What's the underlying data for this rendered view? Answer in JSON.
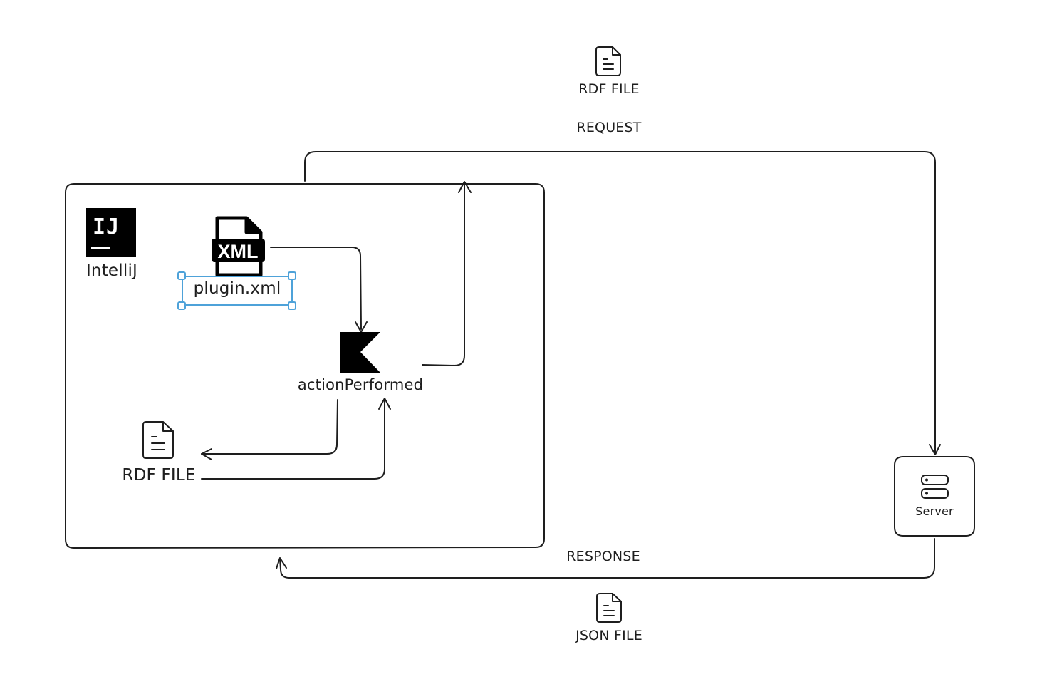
{
  "labels": {
    "rdf_file_top": "RDF FILE",
    "request": "REQUEST",
    "intellij": "IntelliJ",
    "ij_logo_text": "IJ",
    "xml_badge": "XML",
    "plugin_xml": "plugin.xml",
    "action_performed": "actionPerformed",
    "rdf_file_inner": "RDF FILE",
    "server": "Server",
    "response": "RESPONSE",
    "json_file": "JSON FILE"
  },
  "icons": {
    "document_top": "document-icon",
    "intellij_logo": "intellij-logo-icon",
    "xml_file": "xml-file-icon",
    "kotlin_logo": "kotlin-logo-icon",
    "document_inner": "document-icon",
    "server_stack": "server-icon",
    "document_bottom": "document-icon"
  },
  "colors": {
    "stroke": "#1e1e1e",
    "selection": "#4ea2d9",
    "background": "#ffffff"
  }
}
